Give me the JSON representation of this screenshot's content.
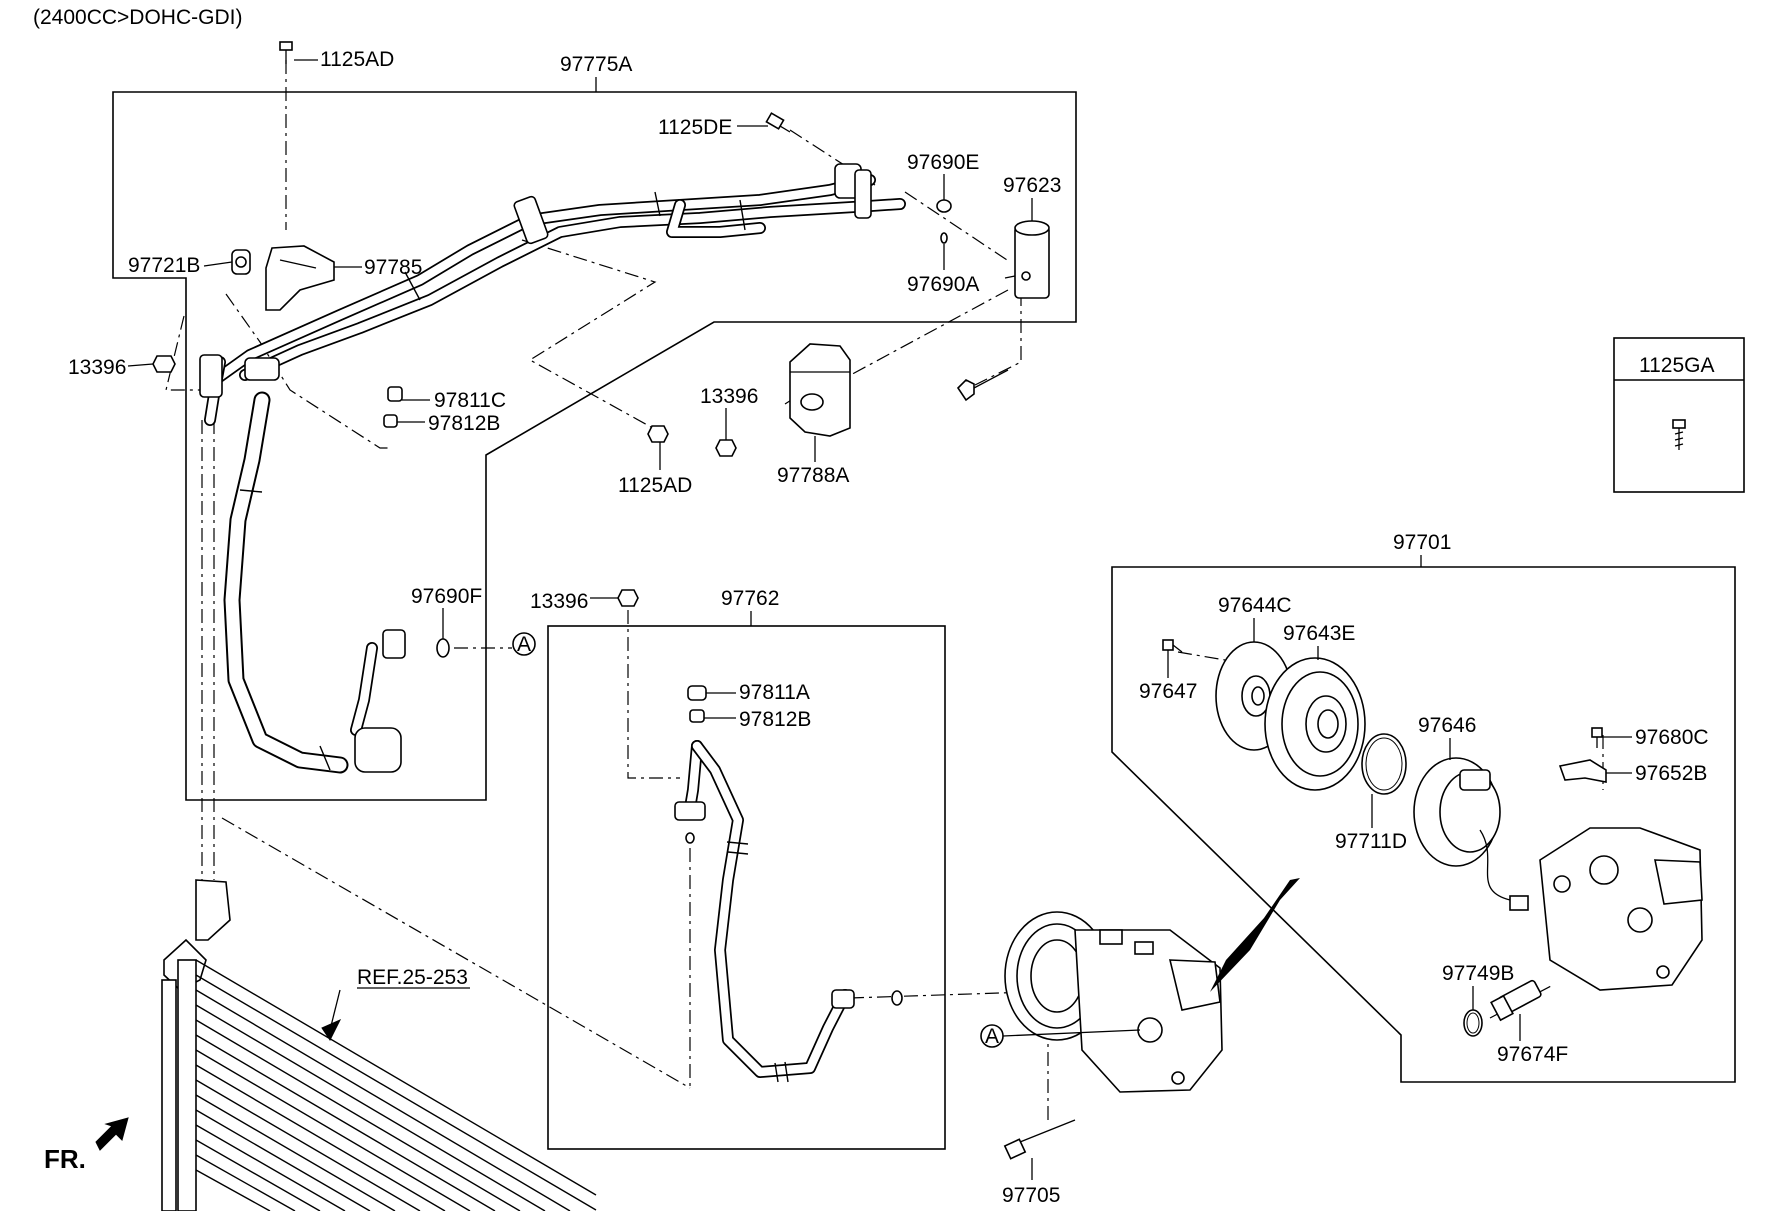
{
  "header": {
    "engine_spec": "(2400CC>DOHC-GDI)"
  },
  "groups": {
    "hose_assembly": "97775A",
    "suction_pipe": "97762",
    "compressor_assembly": "97701",
    "bolt_box": "1125GA"
  },
  "labels": {
    "bolt_top": "1125AD",
    "bolt_mid": "1125AD",
    "bolt_de": "1125DE",
    "oring_e": "97690E",
    "oring_a": "97690A",
    "oring_f": "97690F",
    "valve": "97623",
    "clip_b": "97721B",
    "bracket": "97785",
    "nut_left": "13396",
    "nut_center": "13396",
    "nut_pipe": "13396",
    "cap_c": "97811C",
    "cap_b_upper": "97812B",
    "cap_a": "97811A",
    "cap_b_lower": "97812B",
    "pad": "97788A",
    "hub": "97644C",
    "pulley": "97643E",
    "hub_bolt": "97647",
    "coil": "97646",
    "snap_ring": "97711D",
    "comp_bolt_small": "97680C",
    "comp_bracket": "97652B",
    "switch_oring": "97749B",
    "pressure_switch": "97674F",
    "comp_bolt": "97705",
    "ref_label": "REF.25-253",
    "front_label": "FR.",
    "callout_a_upper": "A",
    "callout_a_lower": "A"
  }
}
